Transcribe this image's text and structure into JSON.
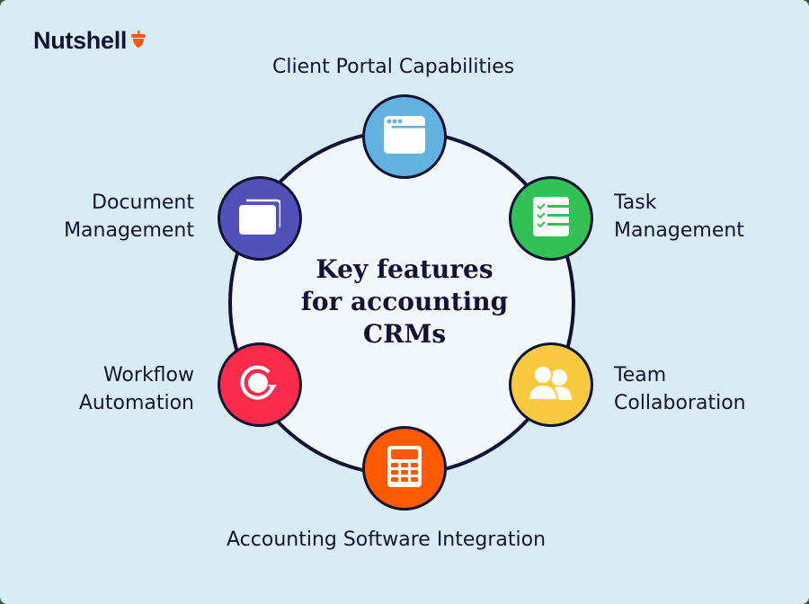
{
  "brand": {
    "name": "Nutshell",
    "icon": "acorn-icon",
    "icon_color": "#ff5a00"
  },
  "title": {
    "lines": [
      "Key features",
      "for accounting",
      "CRMs"
    ]
  },
  "features": [
    {
      "id": "client-portal",
      "label_lines": [
        "Client Portal Capabilities"
      ],
      "icon": "browser-window-icon",
      "color": "#62b1df"
    },
    {
      "id": "task-management",
      "label_lines": [
        "Task",
        "Management"
      ],
      "icon": "checklist-icon",
      "color": "#33c157"
    },
    {
      "id": "team-collaboration",
      "label_lines": [
        "Team",
        "Collaboration"
      ],
      "icon": "users-icon",
      "color": "#f9c940"
    },
    {
      "id": "accounting-software-integration",
      "label_lines": [
        "Accounting Software Integration"
      ],
      "icon": "calculator-icon",
      "color": "#ff5a00"
    },
    {
      "id": "workflow-automation",
      "label_lines": [
        "Workflow",
        "Automation"
      ],
      "icon": "refresh-cycle-icon",
      "color": "#fb2b4b"
    },
    {
      "id": "document-management",
      "label_lines": [
        "Document",
        "Management"
      ],
      "icon": "documents-stack-icon",
      "color": "#5251b9"
    }
  ],
  "colors": {
    "background": "#d9ecf6",
    "ring_fill": "#f3f8fc",
    "ink": "#111335"
  }
}
